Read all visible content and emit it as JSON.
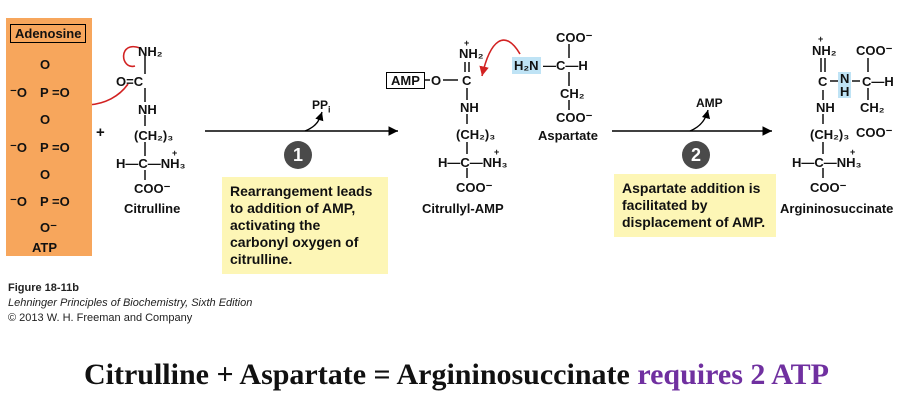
{
  "atp": {
    "label_adenosine": "Adenosine",
    "label": "ATP",
    "o1": "O",
    "o_minus_1": "⁻O",
    "p1": "P",
    "eq_o1": "=O",
    "o2": "O",
    "o_minus_2": "⁻O",
    "p2": "P",
    "eq_o2": "=O",
    "o3": "O",
    "o_minus_3": "⁻O",
    "p3": "P",
    "eq_o3": "=O",
    "o4": "O⁻"
  },
  "plus": "+",
  "citrulline": {
    "label": "Citrulline",
    "nh2": "NH₂",
    "carbonyl": "O=C",
    "nh": "NH",
    "ch2": "(CH₂)₃",
    "alpha": "H—C—NH₃",
    "plus_charge": "+",
    "coo": "COO⁻"
  },
  "step1": {
    "number": "1",
    "byproduct": "PP",
    "byproduct_sub": "i",
    "note": "Rearrangement leads to addition of AMP, activating the carbonyl oxygen of citrulline."
  },
  "citrullyl_amp": {
    "label": "Citrullyl-AMP",
    "amp": "AMP",
    "o_link": "O",
    "nh2": "NH₂",
    "plus_charge": "+",
    "c": "C",
    "nh": "NH",
    "ch2": "(CH₂)₃",
    "alpha": "H—C—NH₃",
    "alpha_charge": "+",
    "coo": "COO⁻"
  },
  "aspartate": {
    "label": "Aspartate",
    "h2n": "H₂N",
    "ch": "—C—H",
    "coo_top": "COO⁻",
    "ch2": "CH₂",
    "coo_bottom": "COO⁻"
  },
  "step2": {
    "number": "2",
    "byproduct": "AMP",
    "note": "Aspartate addition is facilitated by displacement of AMP."
  },
  "argininosuccinate": {
    "label": "Argininosuccinate",
    "nh2": "NH₂",
    "plus_charge": "+",
    "c": "C",
    "n": "N",
    "h": "H",
    "right_c": "C—H",
    "coo_top": "COO⁻",
    "nh": "NH",
    "ch2_side": "CH₂",
    "coo_side": "COO⁻",
    "ch2": "(CH₂)₃",
    "alpha": "H—C—NH₃",
    "alpha_charge": "+",
    "coo": "COO⁻"
  },
  "caption": {
    "figure": "Figure 18-11b",
    "book": "Lehninger Principles of Biochemistry, Sixth Edition",
    "copyright": "© 2013 W. H. Freeman and Company"
  },
  "equation": {
    "main": "Citrulline + Aspartate = Argininosuccinate",
    "highlight": "requires 2 ATP"
  },
  "colors": {
    "atp_box": "#f7a65c",
    "note_bg": "#fdf6b6",
    "highlight": "#bfe3f5",
    "arrow_red": "#d22222",
    "step_circle": "#4a4a4a",
    "equation_accent": "#7030a0"
  }
}
